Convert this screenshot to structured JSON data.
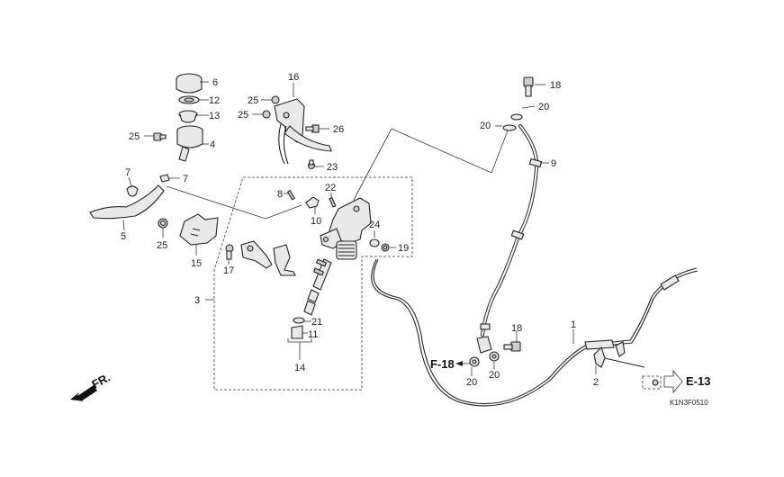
{
  "diagram_code": "K1N3F0510",
  "direction_label": "FR.",
  "refs": {
    "e13": "E-13",
    "f18": "F-18"
  },
  "callouts": {
    "c1": "1",
    "c2": "2",
    "c3": "3",
    "c4": "4",
    "c5": "5",
    "c6": "6",
    "c7a": "7",
    "c7b": "7",
    "c8": "8",
    "c9": "9",
    "c10": "10",
    "c11": "11",
    "c12": "12",
    "c13": "13",
    "c14": "14",
    "c15": "15",
    "c16": "16",
    "c17": "17",
    "c18a": "18",
    "c18b": "18",
    "c19": "19",
    "c20a": "20",
    "c20b": "20",
    "c20c": "20",
    "c20d": "20",
    "c21": "21",
    "c22": "22",
    "c23": "23",
    "c24": "24",
    "c25a": "25",
    "c25b": "25",
    "c25c": "25",
    "c25d": "25",
    "c26": "26"
  }
}
